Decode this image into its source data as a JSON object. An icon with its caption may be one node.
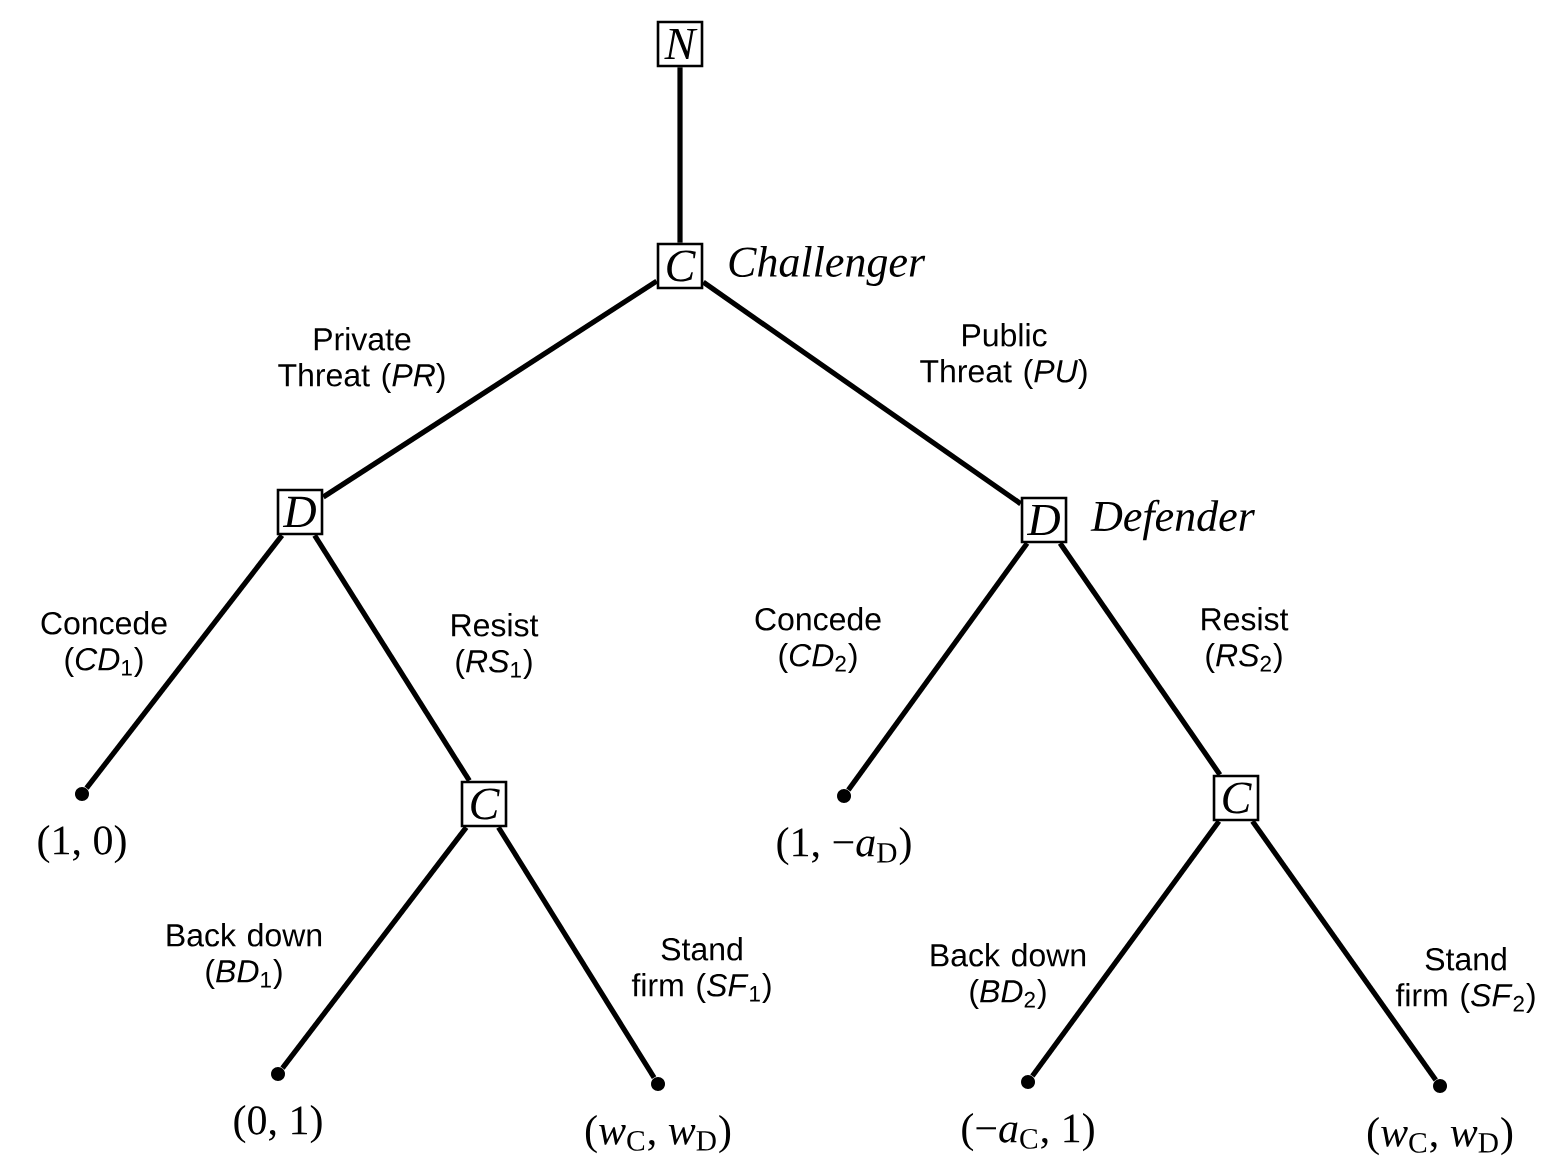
{
  "diagram": {
    "nodes": [
      {
        "text": [
          "N"
        ]
      },
      {
        "text": [
          "C"
        ],
        "beside": [
          "Challenger"
        ]
      },
      {
        "text": [
          "D"
        ]
      },
      {
        "text": [
          "D"
        ],
        "beside": [
          "Defender"
        ]
      },
      {
        "text": [],
        "shape": "circle",
        "beside": [
          "(1, 0)"
        ]
      },
      {
        "text": [
          "C"
        ]
      },
      {
        "text": [],
        "shape": "circle",
        "beside": [
          "(1, −*a*$_{D}$)"
        ]
      },
      {
        "text": [
          "C"
        ]
      },
      {
        "text": [],
        "shape": "circle",
        "beside": [
          "(0, 1)"
        ]
      },
      {
        "text": [],
        "shape": "circle",
        "beside": [
          "(*w*$_{C}$, *w*$_{D}$)"
        ]
      },
      {
        "text": [],
        "shape": "circle",
        "beside": [
          "(−*a*$_{C}$, 1)"
        ]
      },
      {
        "text": [],
        "shape": "circle",
        "beside": [
          "(*w*$_{C}$, *w*$_{D}$)"
        ]
      }
    ],
    "edges": [
      {
        "from": 0,
        "to": 1,
        "arrow": "none"
      },
      {
        "from": 1,
        "to": 2,
        "arrow": "none",
        "label": "Private Threat (*PR*)"
      },
      {
        "from": 1,
        "to": 3,
        "arrow": "none",
        "label": "Public Threat (*PU*)"
      },
      {
        "from": 2,
        "to": 4,
        "arrow": "none",
        "label": "Concede (*CD*$_{1}$)"
      },
      {
        "from": 2,
        "to": 5,
        "arrow": "none",
        "label": "Resist (*RS*$_{1}$)"
      },
      {
        "from": 3,
        "to": 6,
        "arrow": "none",
        "label": "Concede (*CD*$_{2}$)"
      },
      {
        "from": 3,
        "to": 7,
        "arrow": "none",
        "label": "Resist (*RS*$_{2}$)"
      },
      {
        "from": 5,
        "to": 8,
        "arrow": "none",
        "label": "Back down (*BD*$_{1}$)"
      },
      {
        "from": 5,
        "to": 9,
        "arrow": "none",
        "label": "Stand firm (*SF*$_{1}$)"
      },
      {
        "from": 7,
        "to": 10,
        "arrow": "none",
        "label": "Back down (*BD*$_{2}$)"
      },
      {
        "from": 7,
        "to": 11,
        "arrow": "none",
        "label": "Stand firm (*SF*$_{2}$)"
      }
    ]
  }
}
